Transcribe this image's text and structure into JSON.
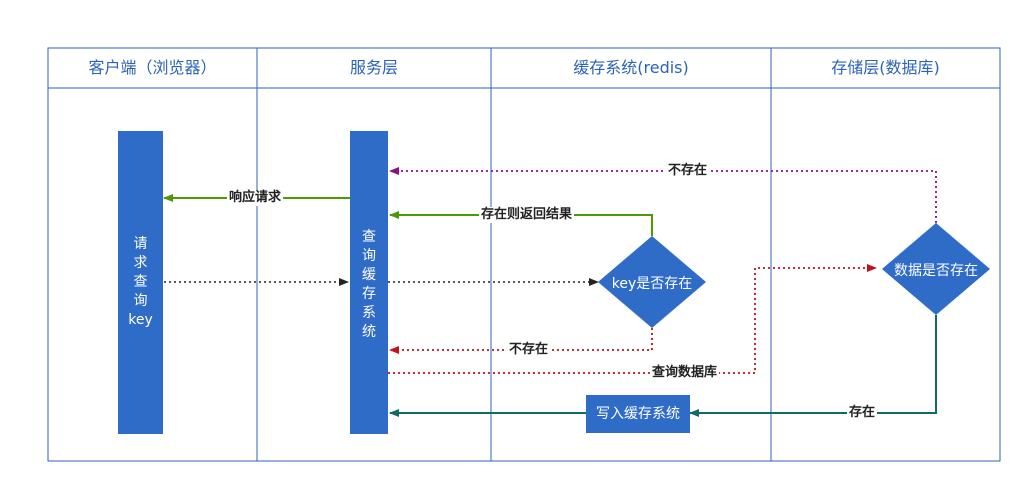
{
  "lanes": [
    {
      "title": "客户端（浏览器）"
    },
    {
      "title": "服务层"
    },
    {
      "title": "缓存系统(redis)"
    },
    {
      "title": "存储层(数据库)"
    }
  ],
  "nodes": {
    "client_request": {
      "lines": [
        "请",
        "求",
        "查",
        "询",
        "key"
      ]
    },
    "service_query": {
      "lines": [
        "查",
        "询",
        "缓",
        "存",
        "系",
        "统"
      ]
    },
    "cache_decision": "key是否存在",
    "db_decision": "数据是否存在",
    "write_cache": "写入缓存系统"
  },
  "edges": {
    "respond": "响应请求",
    "cache_hit_return": "存在则返回结果",
    "cache_miss": "不存在",
    "query_db": "查询数据库",
    "db_not_exist": "不存在",
    "db_exist": "存在"
  },
  "colors": {
    "frame": "#2b63b8",
    "node": "#2f6cc8",
    "green": "#4d9a06",
    "teal": "#0f6b63",
    "red": "#c4101c",
    "purple": "#8b0e8b",
    "dark": "#222222"
  }
}
